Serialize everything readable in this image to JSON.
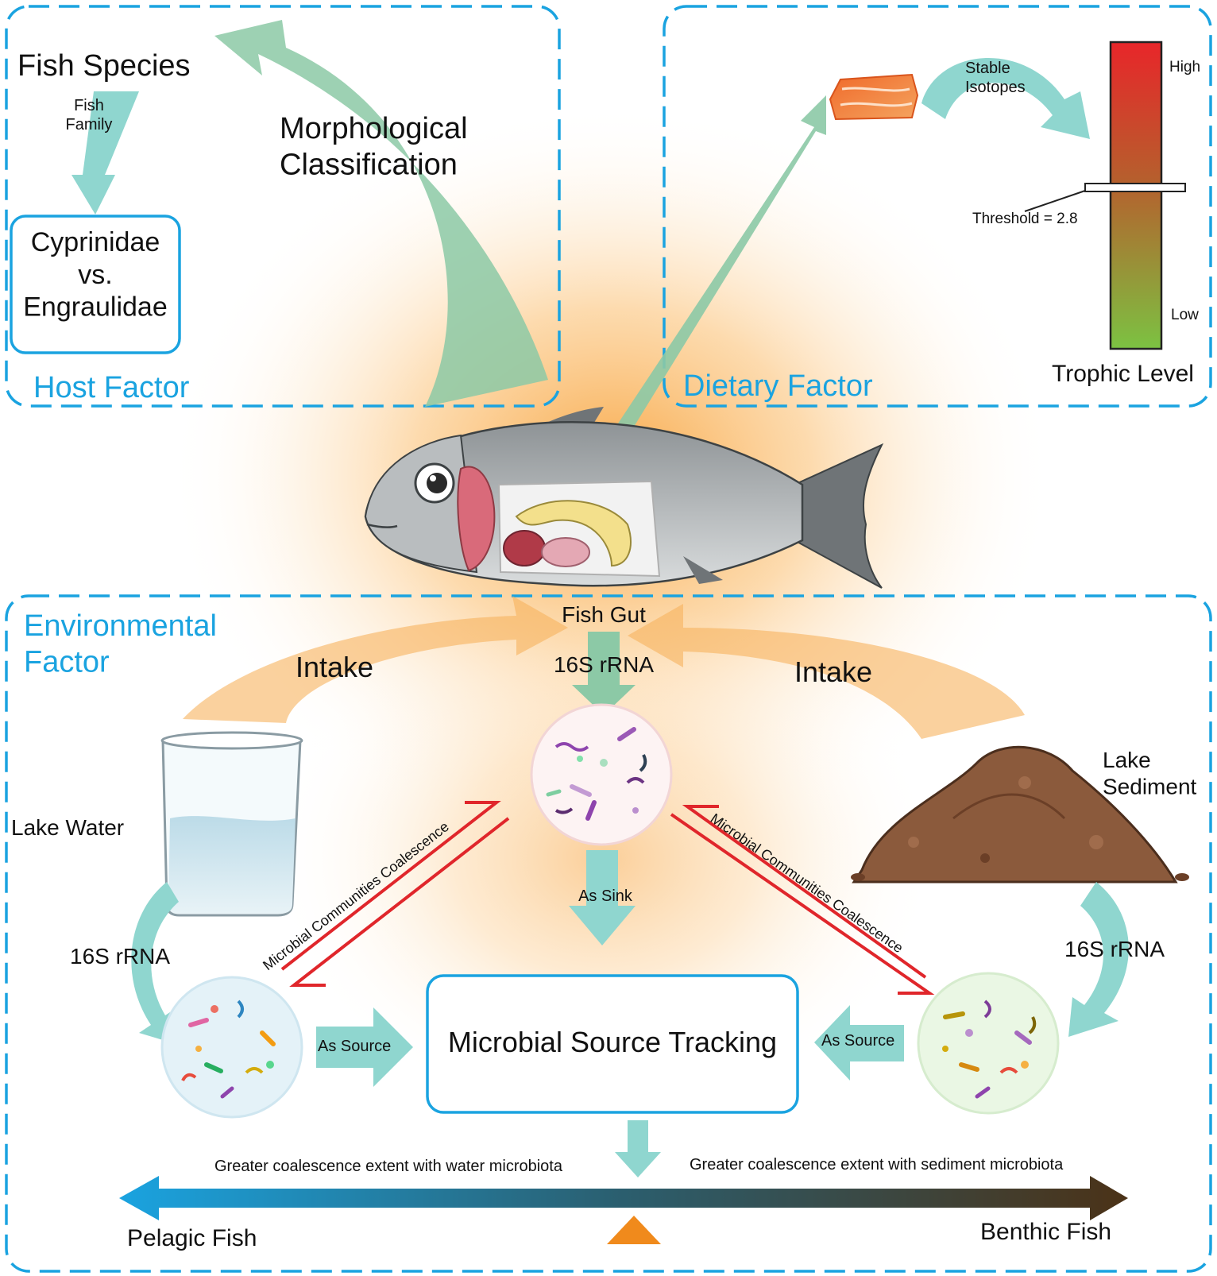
{
  "host": {
    "panel_label": "Host Factor",
    "species": "Fish Species",
    "family_arrow": "Fish\nFamily",
    "comparison": "Cyprinidae\nvs.\nEngraulidae",
    "method": "Morphological\nClassification"
  },
  "diet": {
    "panel_label": "Dietary Factor",
    "isotopes": "Stable\nIsotopes",
    "high": "High",
    "low": "Low",
    "threshold": "Threshold = 2.8",
    "axis": "Trophic Level"
  },
  "env": {
    "panel_label": "Environmental\nFactor",
    "fish_gut": "Fish Gut",
    "gut_rrna": "16S rRNA",
    "intake_left": "Intake",
    "intake_right": "Intake",
    "lake_water": "Lake Water",
    "lake_sediment": "Lake\nSediment",
    "water_rrna": "16S rRNA",
    "sediment_rrna": "16S rRNA",
    "coalescence_left": "Microbial Communities Coalescence",
    "coalescence_right": "Microbial Communities Coalescence",
    "as_sink": "As Sink",
    "as_source_left": "As Source",
    "as_source_right": "As Source",
    "tracking": "Microbial Source Tracking",
    "scale_left": "Greater coalescence extent with water microbiota",
    "scale_right": "Greater coalescence extent with sediment microbiota",
    "pelagic": "Pelagic Fish",
    "benthic": "Benthic Fish"
  },
  "colors": {
    "panel_border": "#1aa3e0",
    "arrow_teal": "#8fd6cf",
    "arrow_green": "#8cc9a6",
    "coalescence_red": "#e0262b",
    "glow_orange": "#f7a23b",
    "marker_orange": "#f08a1c",
    "scale_blue": "#1aa3e0",
    "scale_brown": "#4b3217"
  }
}
